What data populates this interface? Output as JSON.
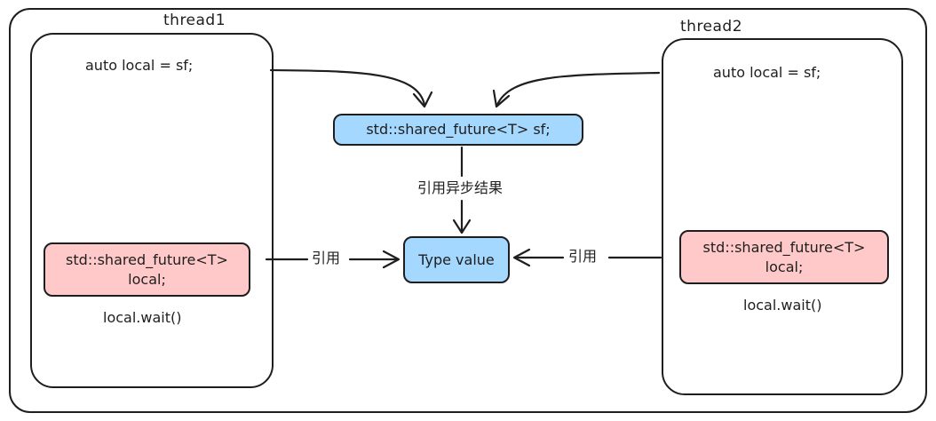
{
  "thread1": {
    "title": "thread1",
    "copy_stmt": "auto local = sf;",
    "local_decl_line1": "std::shared_future<T>",
    "local_decl_line2": "local;",
    "wait_call": "local.wait()"
  },
  "thread2": {
    "title": "thread2",
    "copy_stmt": "auto local = sf;",
    "local_decl_line1": "std::shared_future<T>",
    "local_decl_line2": "local;",
    "wait_call": "local.wait()"
  },
  "shared_future": {
    "label": "std::shared_future<T> sf;"
  },
  "result": {
    "label": "Type value"
  },
  "edges": {
    "sf_to_result": "引用异步结果",
    "thread1_ref": "引用",
    "thread2_ref": "引用"
  },
  "colors": {
    "node_blue": "#a5d8ff",
    "node_pink": "#ffc9c9",
    "stroke": "#1e1e1e"
  }
}
